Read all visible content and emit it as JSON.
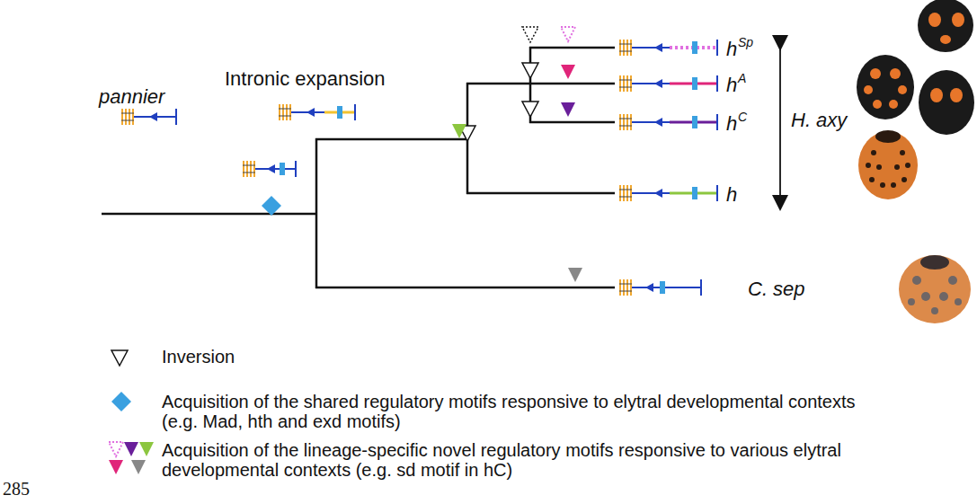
{
  "diagram": {
    "labels": [
      "pannier",
      "Intronic expansion",
      "h",
      "Sp",
      "h",
      "A",
      "h",
      "C",
      "h",
      "H. axy",
      "C. sep",
      "285"
    ],
    "legend": [
      {
        "text": "Inversion"
      },
      {
        "text": "Acquisition of the shared regulatory motifs responsive to elytral developmental contexts (e.g. Mad, hth and exd motifs)"
      },
      {
        "text": "Acquisition of the lineage-specific novel regulatory motifs responsive to various elytral developmental contexts (e.g. sd motif in hC)"
      }
    ]
  }
}
